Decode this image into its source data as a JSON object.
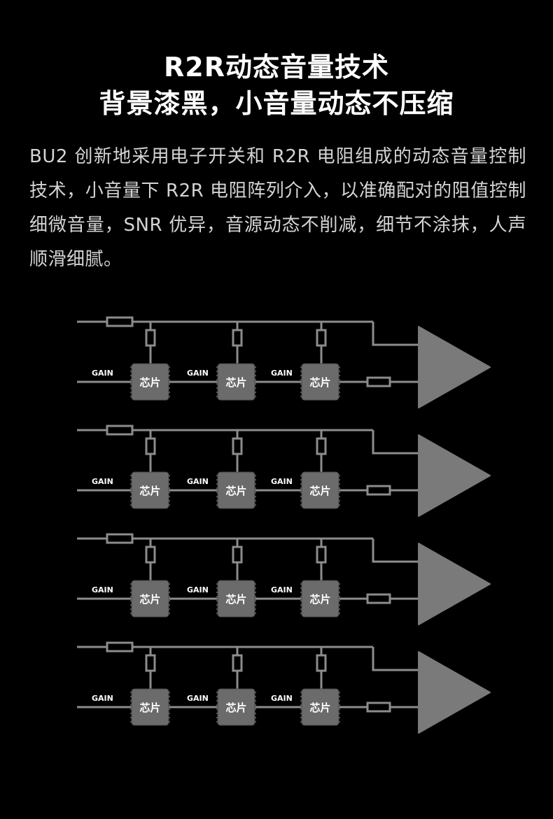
{
  "header": {
    "title_line1": "R2R动态音量技术",
    "title_line2": "背景漆黑，小音量动态不压缩"
  },
  "description": "BU2 创新地采用电子开关和 R2R 电阻组成的动态音量控制技术，小音量下 R2R 电阻阵列介入，以准确配对的阻值控制细微音量，SNR 优异，音源动态不削减，细节不涂抹，人声顺滑细腻。",
  "diagram": {
    "gain_label": "GAIN",
    "chip_label": "芯片",
    "stage_count": 4,
    "chips_per_stage": 3,
    "colors": {
      "line": "#8c8c8c",
      "chip": "#6b6b6b",
      "amp": "#7a7a7a"
    }
  }
}
